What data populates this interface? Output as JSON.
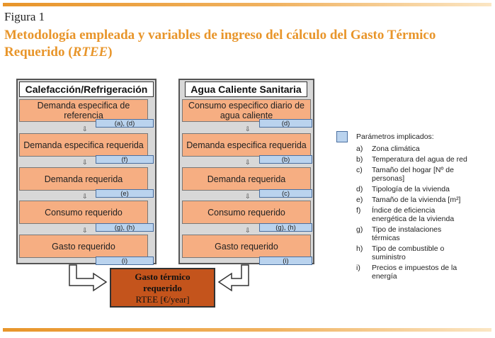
{
  "figure": {
    "label": "Figura 1",
    "title_main": "Metodología empleada y variables de ingreso del cálculo del Gasto Térmico Requerido (",
    "title_italic": "RTEE",
    "title_close": ")"
  },
  "left_panel": {
    "header": "Calefacción/Refrigeración",
    "steps": [
      {
        "label": "Demanda especifica de referencia",
        "tag": "(a), (d)"
      },
      {
        "label": "Demanda especifica requerida",
        "tag": "(f)"
      },
      {
        "label": "Demanda requerida",
        "tag": "(e)"
      },
      {
        "label": "Consumo requerido",
        "tag": "(g), (h)"
      },
      {
        "label": "Gasto requerido",
        "tag": "(i)"
      }
    ]
  },
  "right_panel": {
    "header": "Agua Caliente Sanitaria",
    "steps": [
      {
        "label": "Consumo especifico diario de agua caliente",
        "tag": "(d)"
      },
      {
        "label": "Demanda especifica requerida",
        "tag": "(b)"
      },
      {
        "label": "Demanda requerida",
        "tag": "(c)"
      },
      {
        "label": "Consumo requerido",
        "tag": "(g), (h)"
      },
      {
        "label": "Gasto requerido",
        "tag": "(i)"
      }
    ]
  },
  "result": {
    "line1": "Gasto térmico",
    "line2": "requerido",
    "line3": "RTEE [€/year]"
  },
  "legend": {
    "title": "Parámetros implicados:",
    "items": [
      {
        "letter": "a)",
        "text": "Zona climática"
      },
      {
        "letter": "b)",
        "text": "Temperatura del agua de red"
      },
      {
        "letter": "c)",
        "text": "Tamaño del hogar [Nº de personas]"
      },
      {
        "letter": "d)",
        "text": "Tipología de la vivienda"
      },
      {
        "letter": "e)",
        "text": "Tamaño de la vivienda [m²]"
      },
      {
        "letter": "f)",
        "text": "Índice de eficiencia energética de la vivienda"
      },
      {
        "letter": "g)",
        "text": "Tipo de instalaciones térmicas"
      },
      {
        "letter": "h)",
        "text": "Tipo de combustible o suministro"
      },
      {
        "letter": "i)",
        "text": "Precios e impuestos de la energía"
      }
    ]
  },
  "colors": {
    "accent": "#e8952a",
    "step_fill": "#f6ae82",
    "tag_fill": "#bad3ee",
    "result_fill": "#c4541c",
    "panel_fill": "#d8d8d8"
  }
}
